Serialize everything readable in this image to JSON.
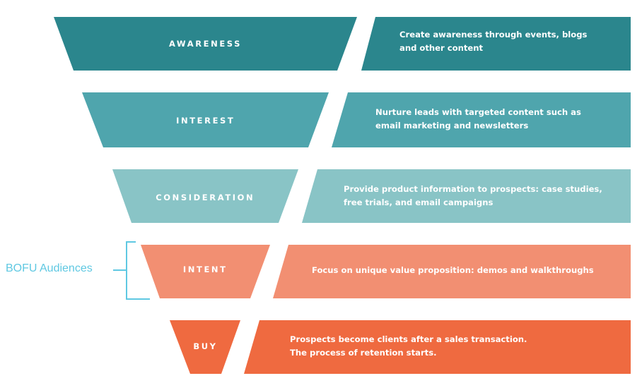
{
  "colors": {
    "awareness": "#2b868d",
    "interest": "#4fa5ad",
    "consideration": "#89c4c6",
    "intent": "#f28f72",
    "buy": "#ef6a40",
    "bracket": "#5fc8e2"
  },
  "stages": [
    {
      "id": "awareness",
      "label": "AWARENESS",
      "description": [
        "Create awareness through events, blogs",
        "and other content"
      ]
    },
    {
      "id": "interest",
      "label": "INTEREST",
      "description": [
        "Nurture leads with targeted content such as",
        "email marketing and newsletters"
      ]
    },
    {
      "id": "consideration",
      "label": "CONSIDERATION",
      "description": [
        "Provide product information to prospects: case studies,",
        "free trials, and email campaigns"
      ]
    },
    {
      "id": "intent",
      "label": "INTENT",
      "description": [
        "Focus on unique value proposition: demos and walkthroughs"
      ]
    },
    {
      "id": "buy",
      "label": "BUY",
      "description": [
        "Prospects become clients after a sales transaction.",
        "The process of retention starts."
      ]
    }
  ],
  "bofu": {
    "label": "BOFU Audiences"
  }
}
